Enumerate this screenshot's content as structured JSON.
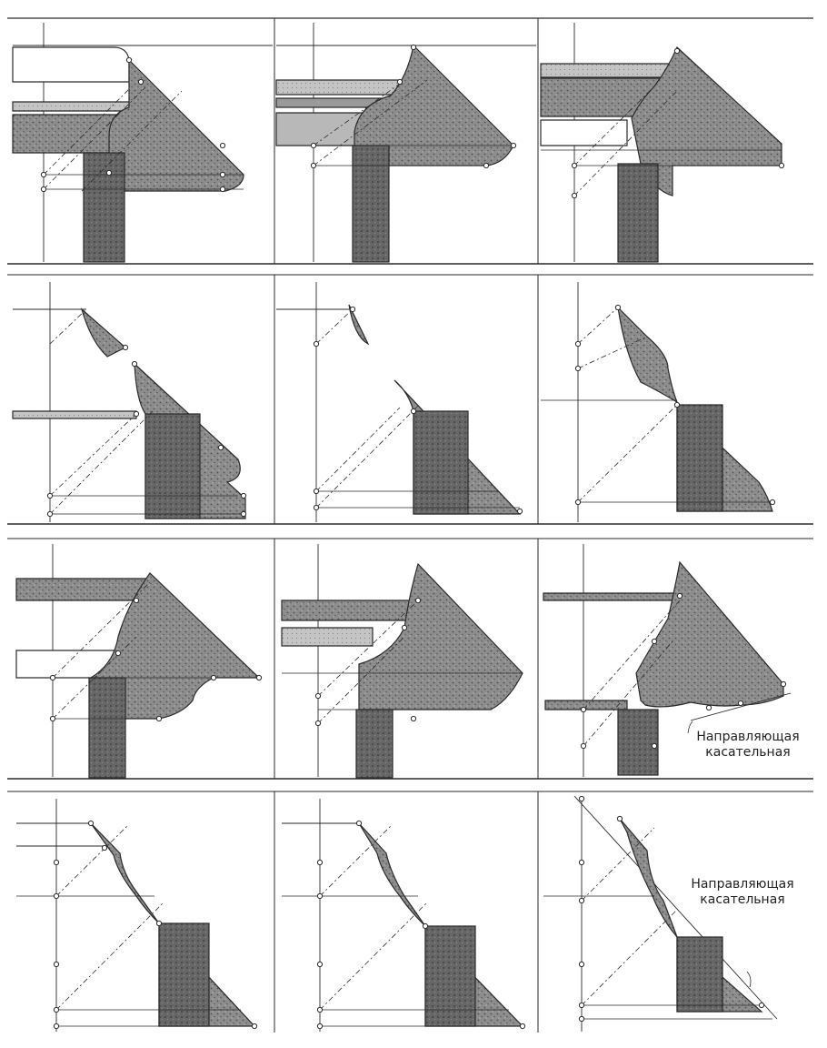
{
  "figure": {
    "annotations": [
      {
        "id": "cell-3-3",
        "lines": [
          "Направляющая",
          "касательная"
        ]
      },
      {
        "id": "cell-4-3",
        "lines": [
          "Направляющая",
          "касательная"
        ]
      }
    ]
  },
  "colors": {
    "paper": "#ffffff",
    "ink": "#2a2a2a",
    "shadow_fill": "#8a8a8a",
    "shadow_dark": "#5e5e5e",
    "light_fill": "#b4b4b4"
  },
  "grid": {
    "rows": 4,
    "columns": 3
  }
}
